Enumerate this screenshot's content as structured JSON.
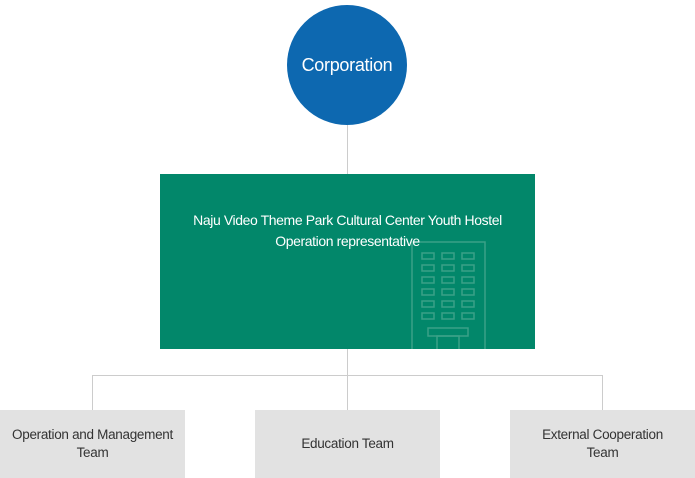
{
  "colors": {
    "corporation_fill": "#0d68b0",
    "representative_fill": "#02876a",
    "building_stroke": "#3aa187",
    "team_fill": "#e2e2e2",
    "connector": "#cccccc"
  },
  "corporation": {
    "label": "Corporation"
  },
  "representative": {
    "label_line1": "Naju Video Theme Park Cultural Center Youth Hostel",
    "label_line2": "Operation representative",
    "icon": "building-icon"
  },
  "teams": [
    {
      "line1": "Operation and Management",
      "line2": "Team"
    },
    {
      "line1": "Education Team",
      "line2": ""
    },
    {
      "line1": "External Cooperation",
      "line2": "Team"
    }
  ]
}
